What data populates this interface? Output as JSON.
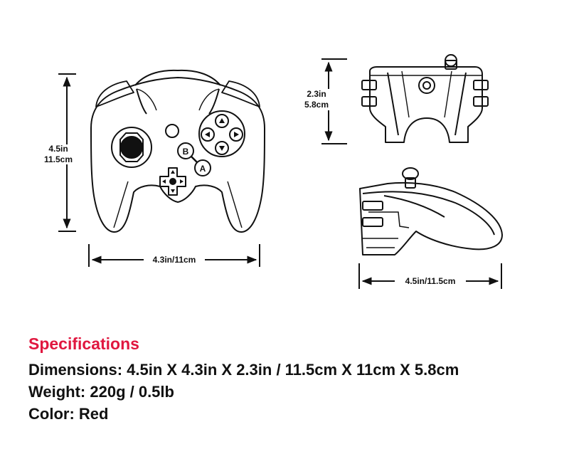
{
  "dimensions": {
    "front_height_in": "4.5in",
    "front_height_cm": "11.5cm",
    "front_width": "4.3in/11cm",
    "top_depth_in": "2.3in",
    "top_depth_cm": "5.8cm",
    "side_length": "4.5in/11.5cm"
  },
  "buttons": {
    "b": "B",
    "a": "A"
  },
  "specs": {
    "title": "Specifications",
    "dimensions_line": "Dimensions: 4.5in X 4.3in X 2.3in / 11.5cm X 11cm X 5.8cm",
    "weight_line": "Weight: 220g / 0.5lb",
    "color_line": "Color: Red"
  },
  "colors": {
    "accent": "#e0173f",
    "ink": "#111111"
  },
  "icons": [
    "controller-front-view",
    "controller-top-view",
    "controller-side-view",
    "dimension-arrow"
  ]
}
